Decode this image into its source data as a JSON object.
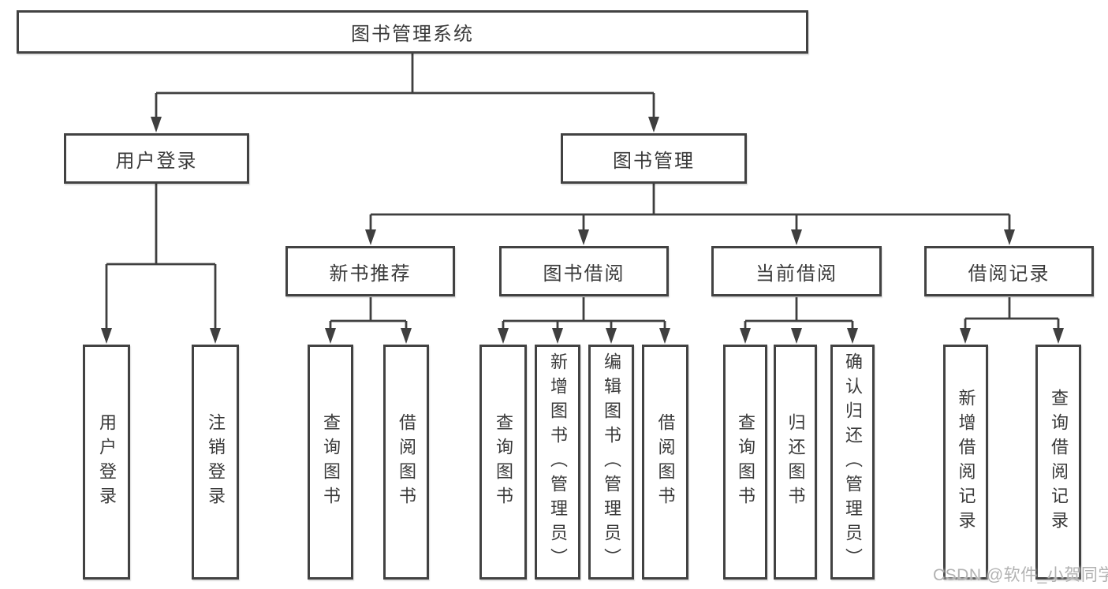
{
  "diagram": {
    "root": "图书管理系统",
    "user_login": {
      "label": "用户登录",
      "children": [
        "用户登录",
        "注销登录"
      ]
    },
    "book_mgmt": {
      "label": "图书管理",
      "children": [
        {
          "label": "新书推荐",
          "children": [
            "查询图书",
            "借阅图书"
          ]
        },
        {
          "label": "图书借阅",
          "children": [
            "查询图书",
            "新增图书（管理员）",
            "编辑图书（管理员）",
            "借阅图书"
          ]
        },
        {
          "label": "当前借阅",
          "children": [
            "查询图书",
            "归还图书",
            "确认归还（管理员）"
          ]
        },
        {
          "label": "借阅记录",
          "children": [
            "新增借阅记录",
            "查询借阅记录"
          ]
        }
      ]
    },
    "watermark": "CSDN @软件_小贺同学",
    "colors": {
      "line": "#3f3f3f",
      "border": "#424242",
      "text": "#3a3a3a",
      "watermark": "#b2b2b2",
      "background": "#ffffff"
    }
  }
}
